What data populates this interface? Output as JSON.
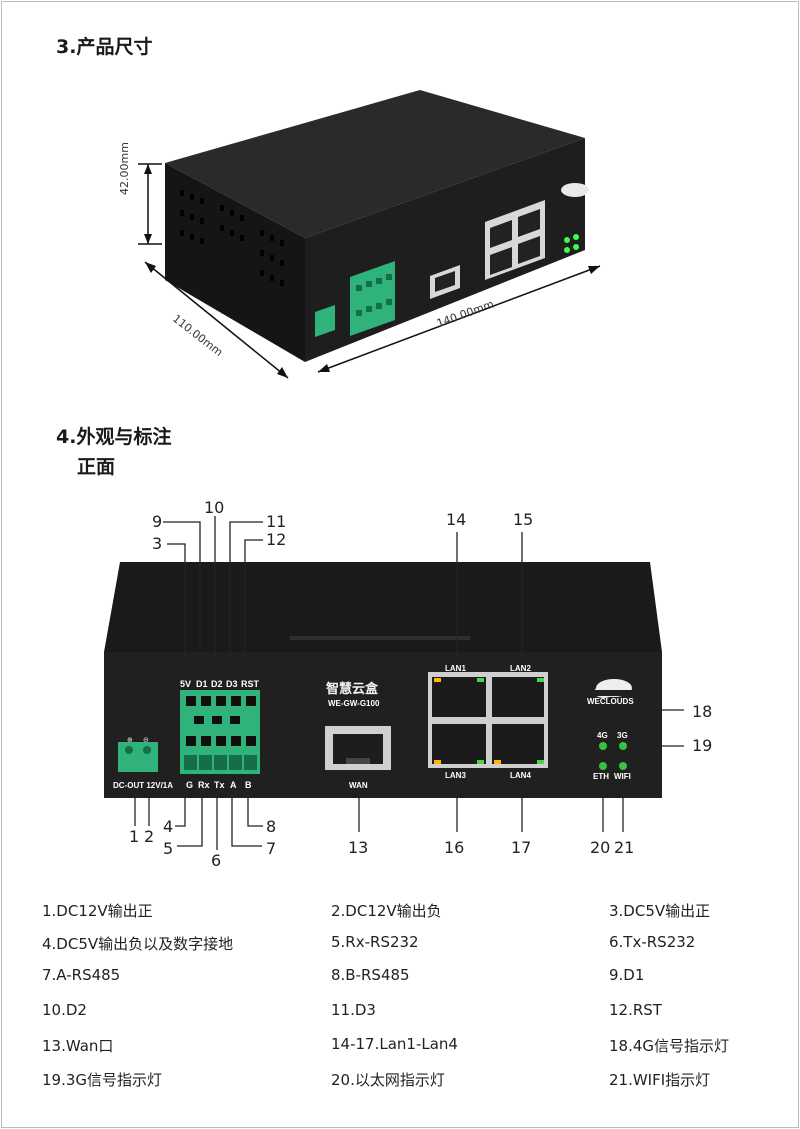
{
  "section3": {
    "title": "3.产品尺寸"
  },
  "section4": {
    "title": "4.外观与标注",
    "subtitle": "正面"
  },
  "dimensions": {
    "height": "42.00mm",
    "depth": "110.00mm",
    "width": "140.00mm"
  },
  "device": {
    "brand": "智慧云盒",
    "model": "WE-GW-G100",
    "logo": "WECLOUDS",
    "wan": "WAN",
    "lan_ports": [
      "LAN1",
      "LAN2",
      "LAN3",
      "LAN4"
    ],
    "power_label": "DC-OUT 12V/1A",
    "top_terminal_labels": [
      "5V",
      "D1",
      "D2",
      "D3",
      "RST"
    ],
    "bottom_terminal_labels": [
      "G",
      "Rx",
      "Tx",
      "A",
      "B"
    ],
    "led_labels": [
      "4G",
      "3G",
      "ETH",
      "WIFI"
    ]
  },
  "callouts": [
    "1",
    "2",
    "3",
    "4",
    "5",
    "6",
    "7",
    "8",
    "9",
    "10",
    "11",
    "12",
    "13",
    "14",
    "15",
    "16",
    "17",
    "18",
    "19",
    "20",
    "21"
  ],
  "legend": [
    "1.DC12V输出正",
    "2.DC12V输出负",
    "3.DC5V输出正",
    "4.DC5V输出负以及数字接地",
    "5.Rx-RS232",
    "6.Tx-RS232",
    "7.A-RS485",
    "8.B-RS485",
    "9.D1",
    "10.D2",
    "11.D3",
    "12.RST",
    "13.Wan口",
    "14-17.Lan1-Lan4",
    "18.4G信号指示灯",
    "19.3G信号指示灯",
    "20.以太网指示灯",
    "21.WIFI指示灯"
  ],
  "colors": {
    "device_body": "#1c1c1c",
    "terminal": "#2fb37a",
    "led": "#3cff4a",
    "text": "#222222"
  }
}
